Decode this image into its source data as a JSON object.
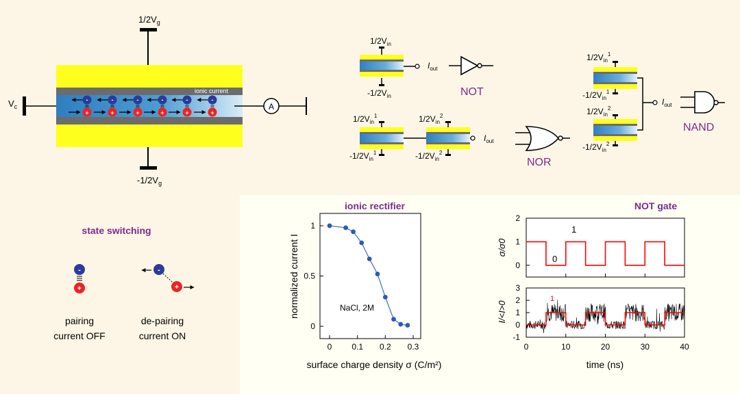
{
  "colors": {
    "page_bg": "#fffff4",
    "panel_bg": "#fdf6e6",
    "wall": "#ffff1e",
    "membrane": "#6c6c6c",
    "channel": "#3a8cc8",
    "channel_light": "#cfe6f4",
    "anion": "#2a3b9a",
    "cation": "#ee2222",
    "accent": "#7b2a8e",
    "plot_line": "#3a6fc4",
    "plot_point": "#2a5db0",
    "signal_red": "#ff0000"
  },
  "device": {
    "gate_top_label": "1/2V",
    "gate_top_sub": "g",
    "gate_bottom_label": "-1/2V",
    "gate_bottom_sub": "g",
    "source_label": "V",
    "source_sub": "c",
    "ammeter_label": "A",
    "ionic_current_label": "ionic current"
  },
  "gates": {
    "vin_top": "1/2V",
    "vin_bottom": "-1/2V",
    "sub_in": "in",
    "sup1": "1",
    "sup2": "2",
    "iout": "I",
    "sub_out": "out",
    "not_label": "NOT",
    "nor_label": "NOR",
    "nand_label": "NAND"
  },
  "switching": {
    "title": "state switching",
    "anion_sign": "-",
    "cation_sign": "+",
    "pairing_line1": "pairing",
    "pairing_line2": "current OFF",
    "depairing_line1": "de-pairing",
    "depairing_line2": "current ON"
  },
  "chart_data": [
    {
      "type": "line",
      "title": "ionic rectifier",
      "xlabel": "surface charge density σ (C/m²)",
      "ylabel": "normalized current I",
      "annotation": "NaCl, 2M",
      "xlim": [
        0,
        0.3
      ],
      "ylim": [
        0,
        1
      ],
      "xticks": [
        "0",
        "0.1",
        "0.2",
        "0.3"
      ],
      "yticks": [
        "0",
        "0.5",
        "1"
      ],
      "x": [
        0,
        0.058,
        0.085,
        0.115,
        0.143,
        0.172,
        0.2,
        0.23,
        0.255,
        0.28
      ],
      "y": [
        1.0,
        0.98,
        0.94,
        0.83,
        0.67,
        0.52,
        0.29,
        0.07,
        0.02,
        0.01
      ]
    },
    {
      "type": "line",
      "title": "NOT gate",
      "ylabel": "σ/σ0",
      "ylim": [
        0,
        2
      ],
      "yticks": [
        "0",
        "1",
        "2"
      ],
      "annotations": [
        "1",
        "0"
      ],
      "x": [
        0,
        5,
        5,
        10,
        10,
        15,
        15,
        20,
        20,
        25,
        25,
        30,
        30,
        35,
        35,
        40
      ],
      "y": [
        1,
        1,
        0,
        0,
        1,
        1,
        0,
        0,
        1,
        1,
        0,
        0,
        1,
        1,
        0,
        0
      ]
    },
    {
      "type": "line",
      "ylabel": "I/<I>0",
      "xlabel": "time (ns)",
      "xlim": [
        0,
        40
      ],
      "ylim": [
        -1,
        3
      ],
      "xticks": [
        "0",
        "10",
        "20",
        "30",
        "40"
      ],
      "yticks": [
        "-1",
        "0",
        "1",
        "2",
        "3"
      ],
      "annotation": "1",
      "series": [
        {
          "values_description_free": true,
          "x": [
            0,
            5,
            5,
            10,
            10,
            15,
            15,
            20,
            20,
            25,
            25,
            30,
            30,
            35,
            35,
            40
          ],
          "y": [
            0,
            0,
            1,
            1,
            0,
            0,
            1,
            1,
            0,
            0,
            1,
            1,
            0,
            0,
            1,
            1
          ]
        }
      ]
    }
  ]
}
